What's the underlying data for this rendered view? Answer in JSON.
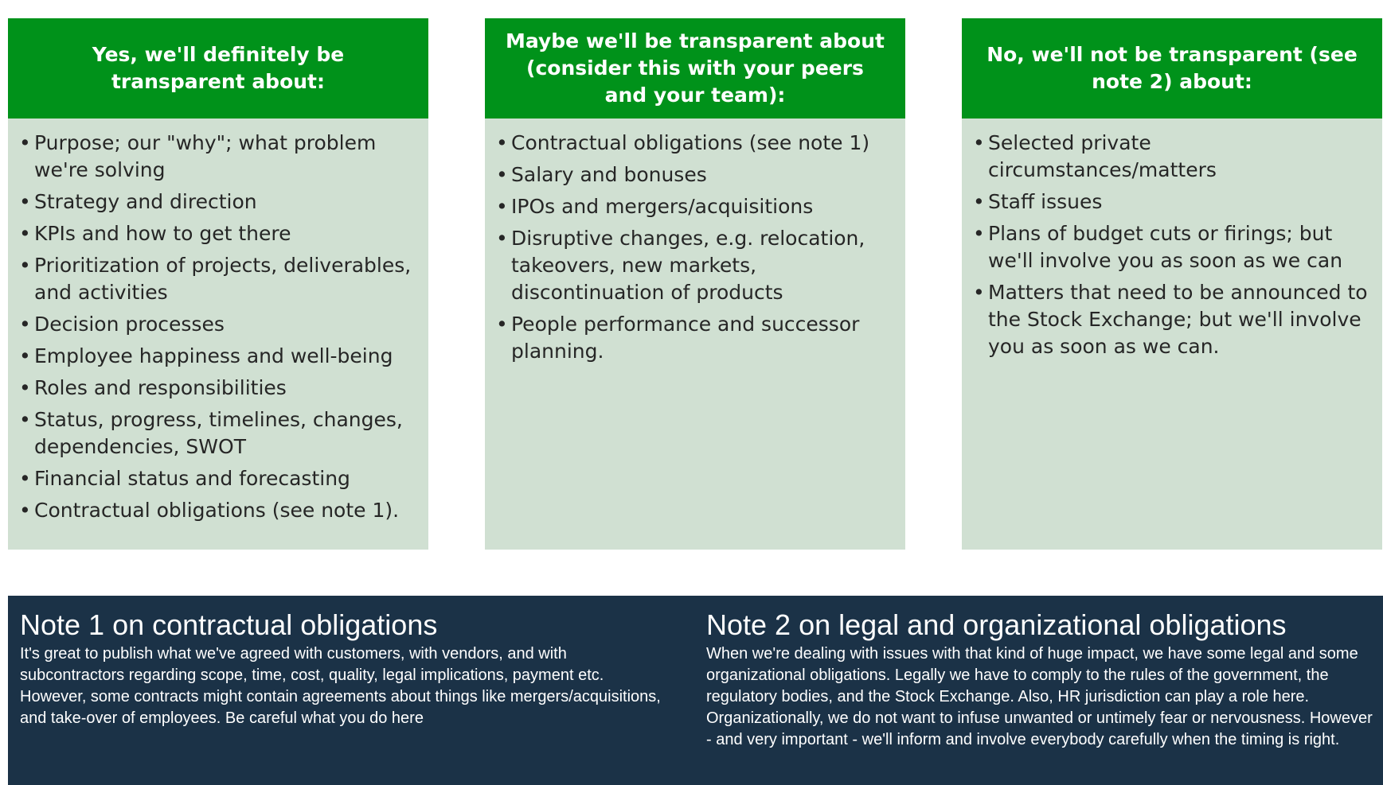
{
  "columns": [
    {
      "heading": "Yes, we'll definitely be transparent about:",
      "items": [
        "Purpose; our \"why\"; what problem we're solving",
        "Strategy and direction",
        "KPIs and how to get there",
        "Prioritization of projects, deliverables, and activities",
        "Decision processes",
        "Employee happiness and well-being",
        "Roles and responsibilities",
        "Status, progress, timelines, changes, dependencies, SWOT",
        "Financial status and forecasting",
        "Contractual obligations (see note 1)."
      ]
    },
    {
      "heading": "Maybe we'll be transparent about (consider this with your peers and your team):",
      "items": [
        "Contractual obligations (see note 1)",
        "Salary and bonuses",
        "IPOs and mergers/acquisitions",
        "Disruptive changes, e.g. relocation, takeovers, new markets, discontinuation of products",
        "People performance and successor planning."
      ]
    },
    {
      "heading": "No, we'll not be transparent (see note 2) about:",
      "items": [
        "Selected private circumstances/matters",
        "Staff issues",
        "Plans of budget cuts or firings; but we'll involve you as soon as we can",
        "Matters that need to be announced to the Stock Exchange; but we'll involve  you as soon as we can."
      ]
    }
  ],
  "notes": [
    {
      "title": "Note 1 on contractual obligations",
      "body": "It's great to publish what we've agreed with customers, with vendors, and with subcontractors regarding scope, time, cost, quality, legal implications, payment etc. However, some contracts might contain agreements about things like mergers/acquisitions, and take-over of employees. Be careful what you do here"
    },
    {
      "title": "Note 2 on legal and organizational obligations",
      "body": "When we're dealing with issues with that kind of huge impact, we have some legal and some organizational obligations. Legally we have to comply to the rules of the government, the regulatory bodies, and the Stock Exchange. Also, HR jurisdiction can play a role here. Organizationally, we do not want to infuse unwanted or untimely fear or nervousness. However - and very important - we'll inform and involve everybody carefully when the timing is right."
    }
  ],
  "colors": {
    "header_green": "#00921a",
    "panel_green": "#d0e0d2",
    "notes_navy": "#1b3247",
    "text_dark": "#262626"
  }
}
